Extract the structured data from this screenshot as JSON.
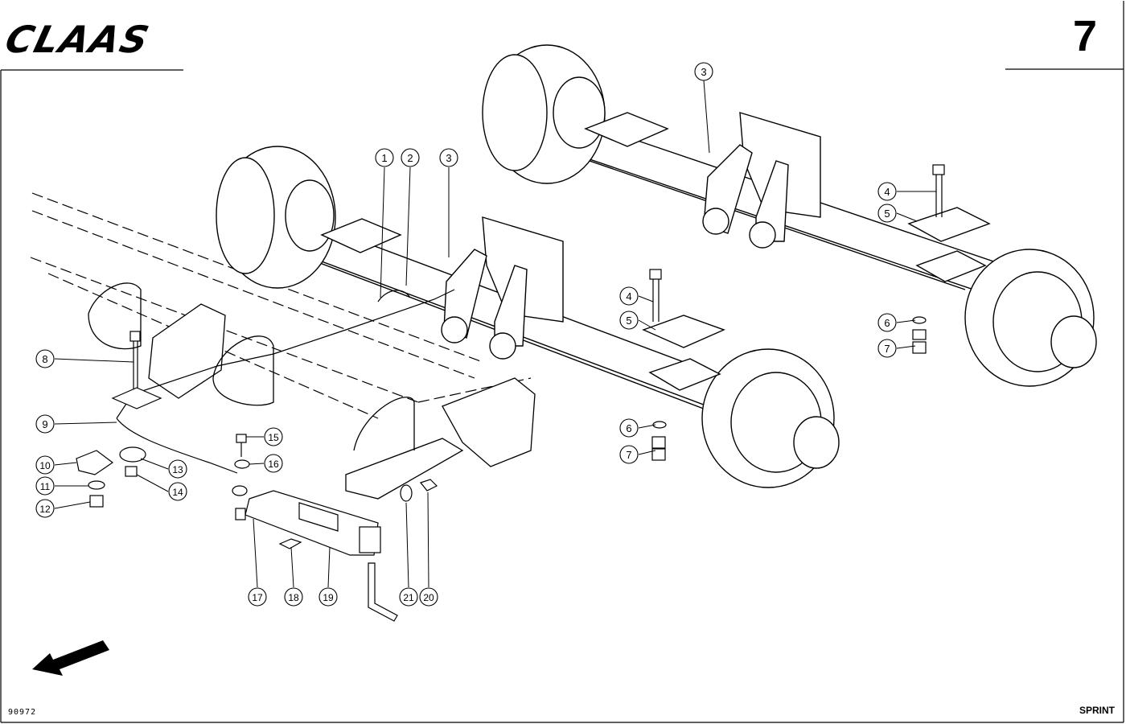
{
  "header": {
    "brand": "CLAAS",
    "page_number": "7"
  },
  "footer": {
    "drawing_number": "90972",
    "model": "SPRINT"
  },
  "callouts": [
    {
      "id": "c1",
      "label": "1"
    },
    {
      "id": "c2",
      "label": "2"
    },
    {
      "id": "c3a",
      "label": "3"
    },
    {
      "id": "c3b",
      "label": "3"
    },
    {
      "id": "c4a",
      "label": "4"
    },
    {
      "id": "c5a",
      "label": "5"
    },
    {
      "id": "c6a",
      "label": "6"
    },
    {
      "id": "c7a",
      "label": "7"
    },
    {
      "id": "c4b",
      "label": "4"
    },
    {
      "id": "c5b",
      "label": "5"
    },
    {
      "id": "c6b",
      "label": "6"
    },
    {
      "id": "c7b",
      "label": "7"
    },
    {
      "id": "c8",
      "label": "8"
    },
    {
      "id": "c9",
      "label": "9"
    },
    {
      "id": "c10",
      "label": "10"
    },
    {
      "id": "c11",
      "label": "11"
    },
    {
      "id": "c12",
      "label": "12"
    },
    {
      "id": "c13",
      "label": "13"
    },
    {
      "id": "c14",
      "label": "14"
    },
    {
      "id": "c15",
      "label": "15"
    },
    {
      "id": "c16",
      "label": "16"
    },
    {
      "id": "c17",
      "label": "17"
    },
    {
      "id": "c18",
      "label": "18"
    },
    {
      "id": "c19",
      "label": "19"
    },
    {
      "id": "c21",
      "label": "21"
    },
    {
      "id": "c20",
      "label": "20"
    }
  ]
}
